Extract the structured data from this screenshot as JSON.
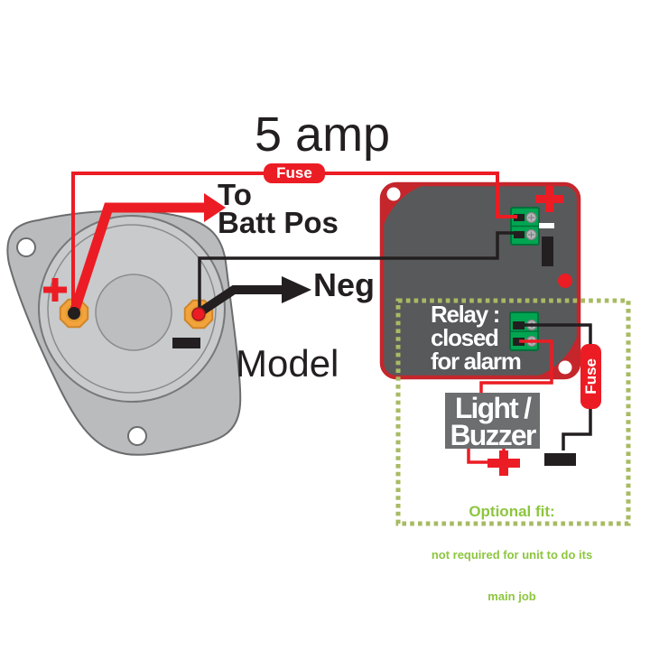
{
  "labels": {
    "amp_rating": "5 amp",
    "fuse_top": "Fuse",
    "fuse_right": "Fuse",
    "to_batt_line1": "To",
    "to_batt_line2": "Batt Pos",
    "neg": "Neg",
    "model": "Model",
    "relay_line1": "Relay :",
    "relay_line2": "closed",
    "relay_line3": "for alarm",
    "light_buzzer_line1": "Light /",
    "light_buzzer_line2": "Buzzer",
    "optional_title": "Optional fit:",
    "optional_line1": "not required for unit to do its",
    "optional_line2": "main job"
  },
  "symbols": {
    "alternator_plus": "+",
    "alternator_minus": "−",
    "unit_plus": "+",
    "unit_minus": "−",
    "buzzer_plus": "+",
    "buzzer_minus": "−"
  },
  "colors": {
    "wire_red": "#ec1c24",
    "wire_black": "#231f20",
    "unit_body": "#58595b",
    "unit_border": "#c4262c",
    "terminal_green": "#00a551",
    "optional_green": "#8dc63f",
    "dashed_border_green": "#a7bb62",
    "alternator_gray": "#c8cacc",
    "gold_terminal": "#f2a33c"
  }
}
